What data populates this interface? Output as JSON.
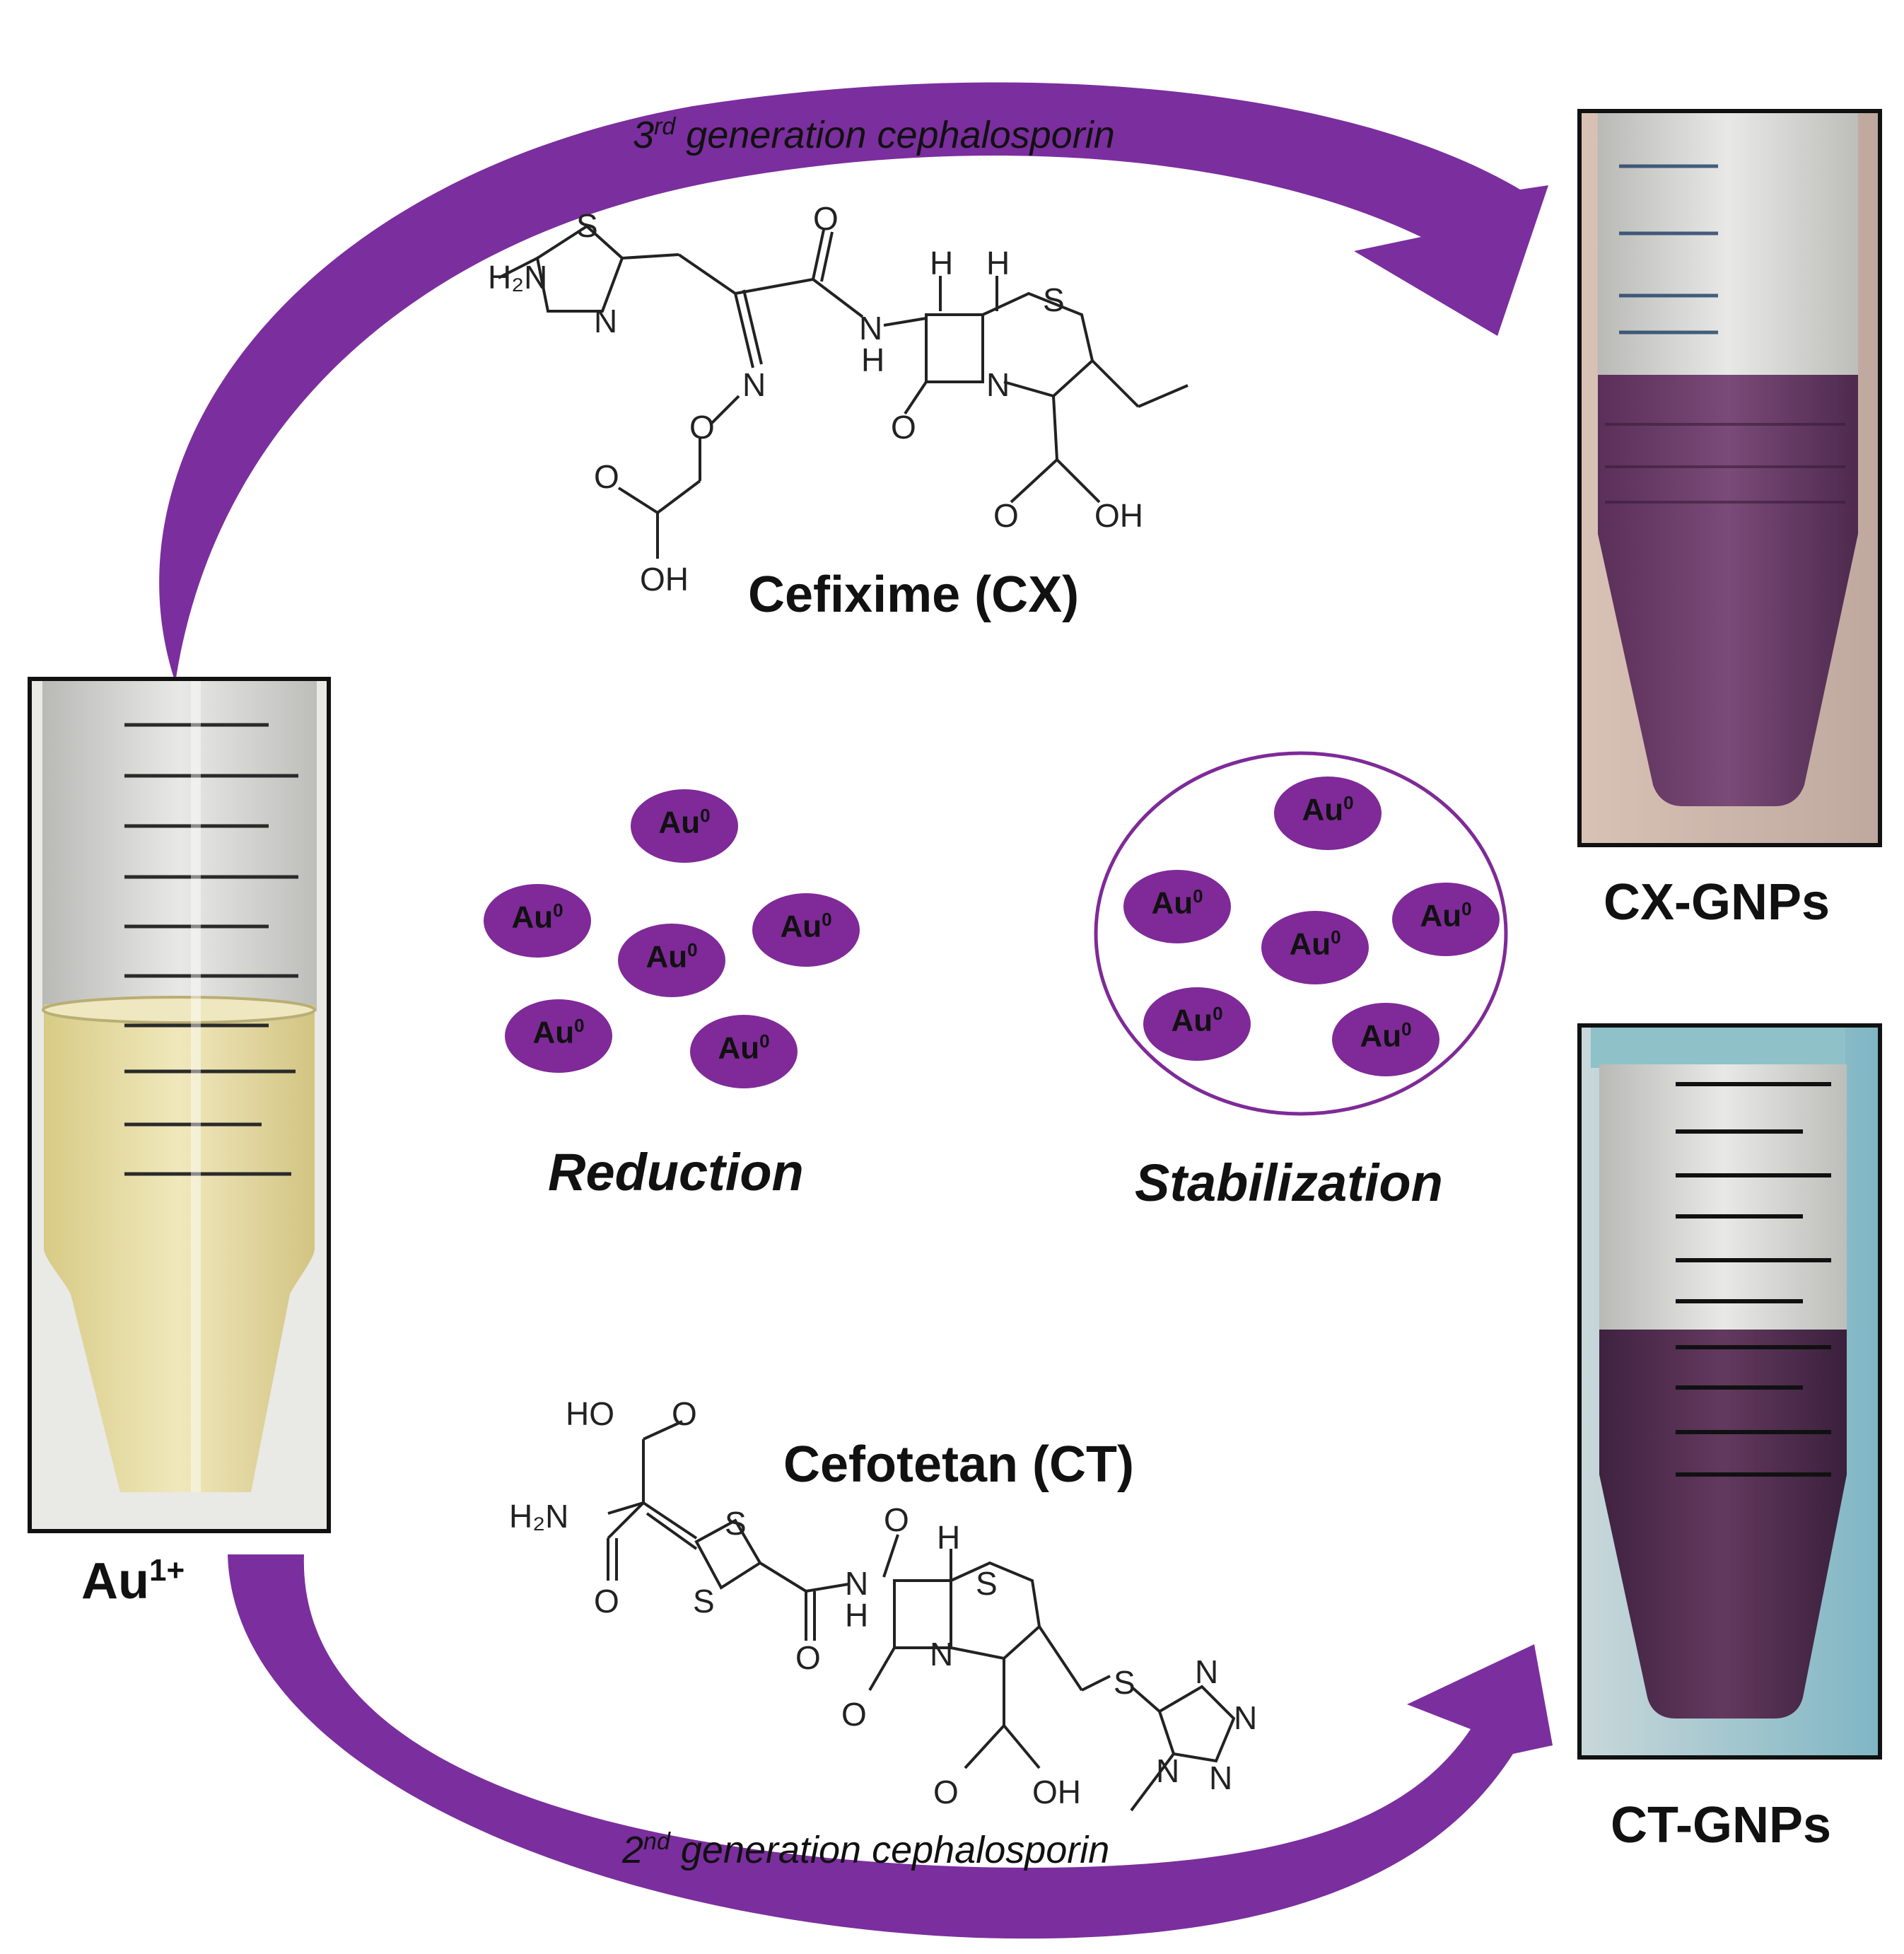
{
  "top_arrow": {
    "caption_num": "3",
    "caption_sup": "rd",
    "caption_rest": " generation cephalosporin"
  },
  "bottom_arrow": {
    "caption_num": "2",
    "caption_sup": "nd",
    "caption_rest": " generation cephalosporin"
  },
  "compounds": {
    "top": {
      "name": "Cefixime (CX)"
    },
    "bottom": {
      "name": "Cefotetan (CT)"
    }
  },
  "tubes": {
    "start": {
      "label_base": "Au",
      "label_sup": "1+"
    },
    "top_product": {
      "label": "CX-GNPs"
    },
    "bottom_product": {
      "label": "CT-GNPs"
    }
  },
  "particles": {
    "base": "Au",
    "sup": "0"
  },
  "steps": {
    "reduction": "Reduction",
    "stabilization": "Stabilization"
  },
  "chem_labels": {
    "h2n": "H₂N",
    "s": "S",
    "n": "N",
    "o": "O",
    "oh": "OH",
    "nh": "N",
    "h": "H",
    "ho": "HO"
  },
  "colors": {
    "arrow": "#7B2E9E",
    "particle": "#7F2A98",
    "yellow_solution": "#E6DB9E",
    "purple_solution": "#6C3C6B",
    "dark_purple_solution": "#4F2D52"
  }
}
